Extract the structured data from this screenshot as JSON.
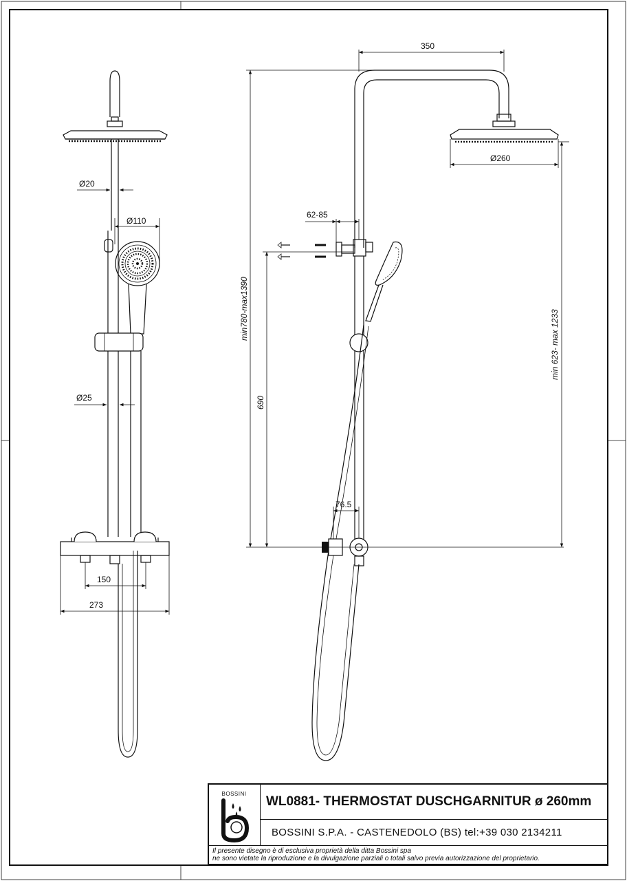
{
  "dimensions": {
    "bar_diameter": "Ø20",
    "hand_shower_diameter": "Ø110",
    "rail_diameter": "Ø25",
    "inlet_spacing": "150",
    "mixer_width": "273",
    "arm_length": "350",
    "head_diameter": "Ø260",
    "bracket_depth": "62-85",
    "total_height": "min780-max1390",
    "bracket_height": "690",
    "head_height": "min 623- max 1233",
    "outlet_offset": "76.5"
  },
  "title_block": {
    "brand": "BOSSINI",
    "title": "WL0881- THERMOSTAT DUSCHGARNITUR ø 260mm",
    "company": "BOSSINI S.P.A. - CASTENEDOLO (BS) tel:+39 030 2134211",
    "notice_line1": "Il presente disegno è di esclusiva proprietà della ditta Bossini spa",
    "notice_line2": "ne sono vietate la riproduzione e la divulgazione parziali o totali salvo previa autorizzazione del proprietario."
  }
}
